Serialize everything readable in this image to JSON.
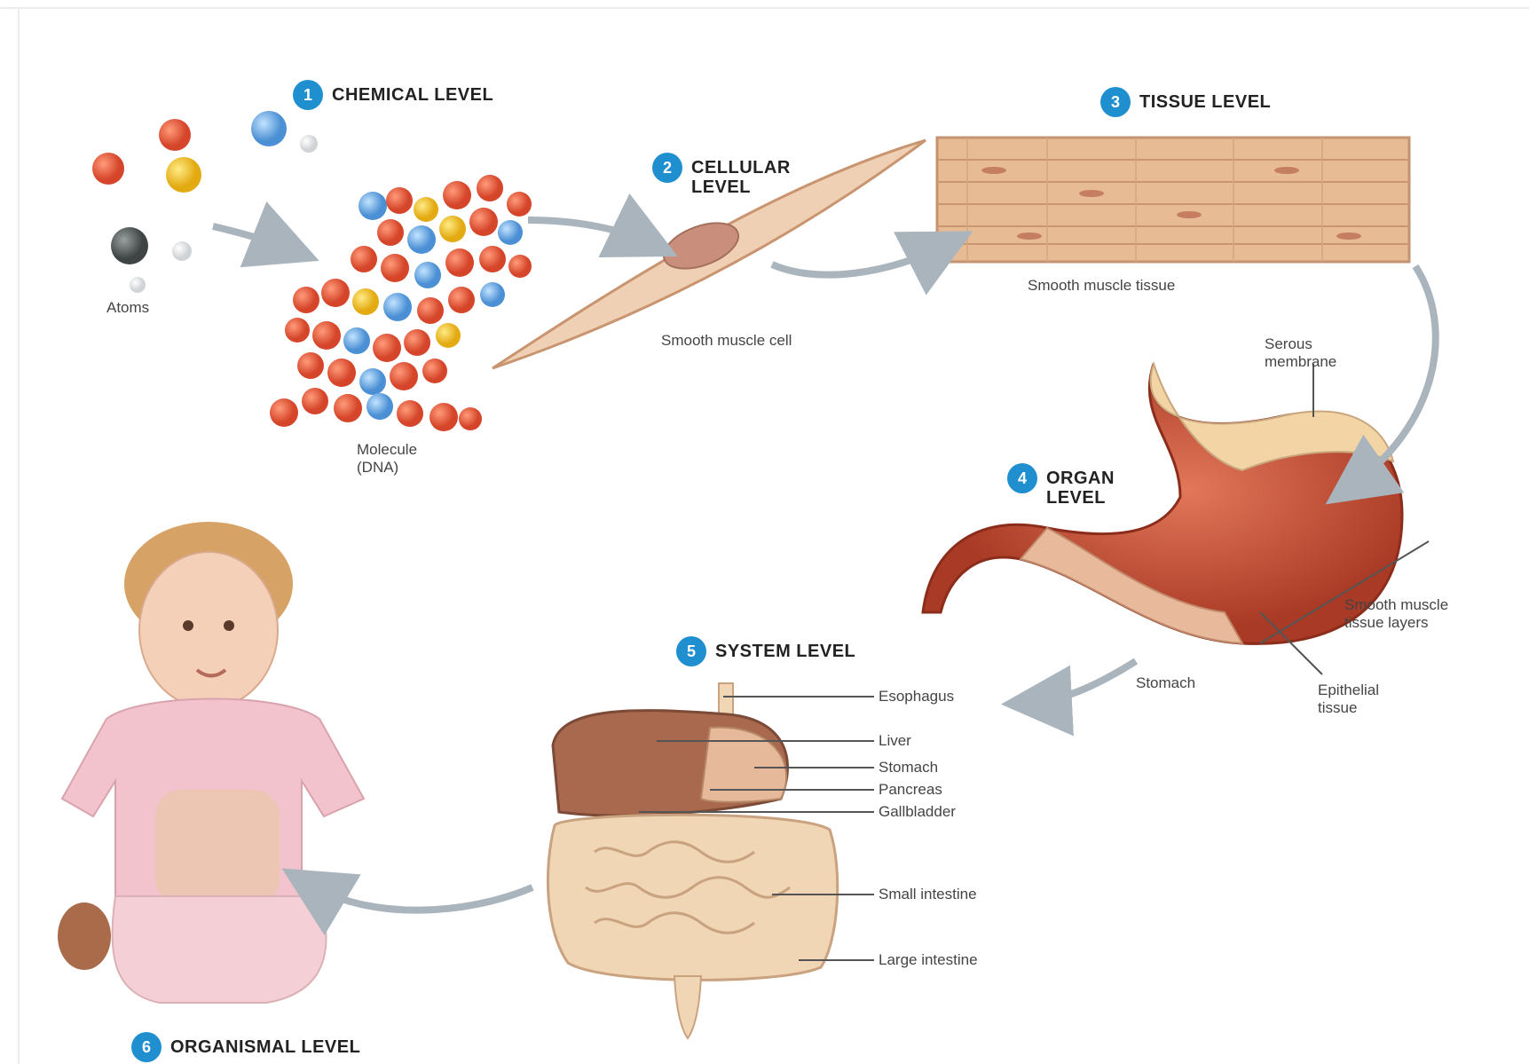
{
  "levels": {
    "chemical": {
      "num": "1",
      "title": "CHEMICAL LEVEL"
    },
    "cellular": {
      "num": "2",
      "title": "CELLULAR\nLEVEL"
    },
    "tissue": {
      "num": "3",
      "title": "TISSUE LEVEL"
    },
    "organ": {
      "num": "4",
      "title": "ORGAN\nLEVEL"
    },
    "system": {
      "num": "5",
      "title": "SYSTEM LEVEL"
    },
    "organismal": {
      "num": "6",
      "title": "ORGANISMAL LEVEL"
    }
  },
  "labels": {
    "atoms": "Atoms",
    "molecule": "Molecule\n(DNA)",
    "smooth_muscle_cell": "Smooth muscle cell",
    "smooth_muscle_tissue": "Smooth muscle tissue",
    "serous_membrane": "Serous\nmembrane",
    "smooth_muscle_layers": "Smooth muscle\ntissue layers",
    "stomach": "Stomach",
    "epithelial_tissue": "Epithelial\ntissue",
    "esophagus": "Esophagus",
    "liver": "Liver",
    "stomach_sys": "Stomach",
    "pancreas": "Pancreas",
    "gallbladder": "Gallbladder",
    "small_intestine": "Small intestine",
    "large_intestine": "Large intestine"
  },
  "colors": {
    "badge": "#1f8fd0",
    "arrow": "#a9b4bc",
    "muscle": "#e3b896",
    "stomach": "#c9523a",
    "liver": "#a8694f",
    "intestine": "#f1d6b6",
    "shirt": "#f2c3cc"
  }
}
